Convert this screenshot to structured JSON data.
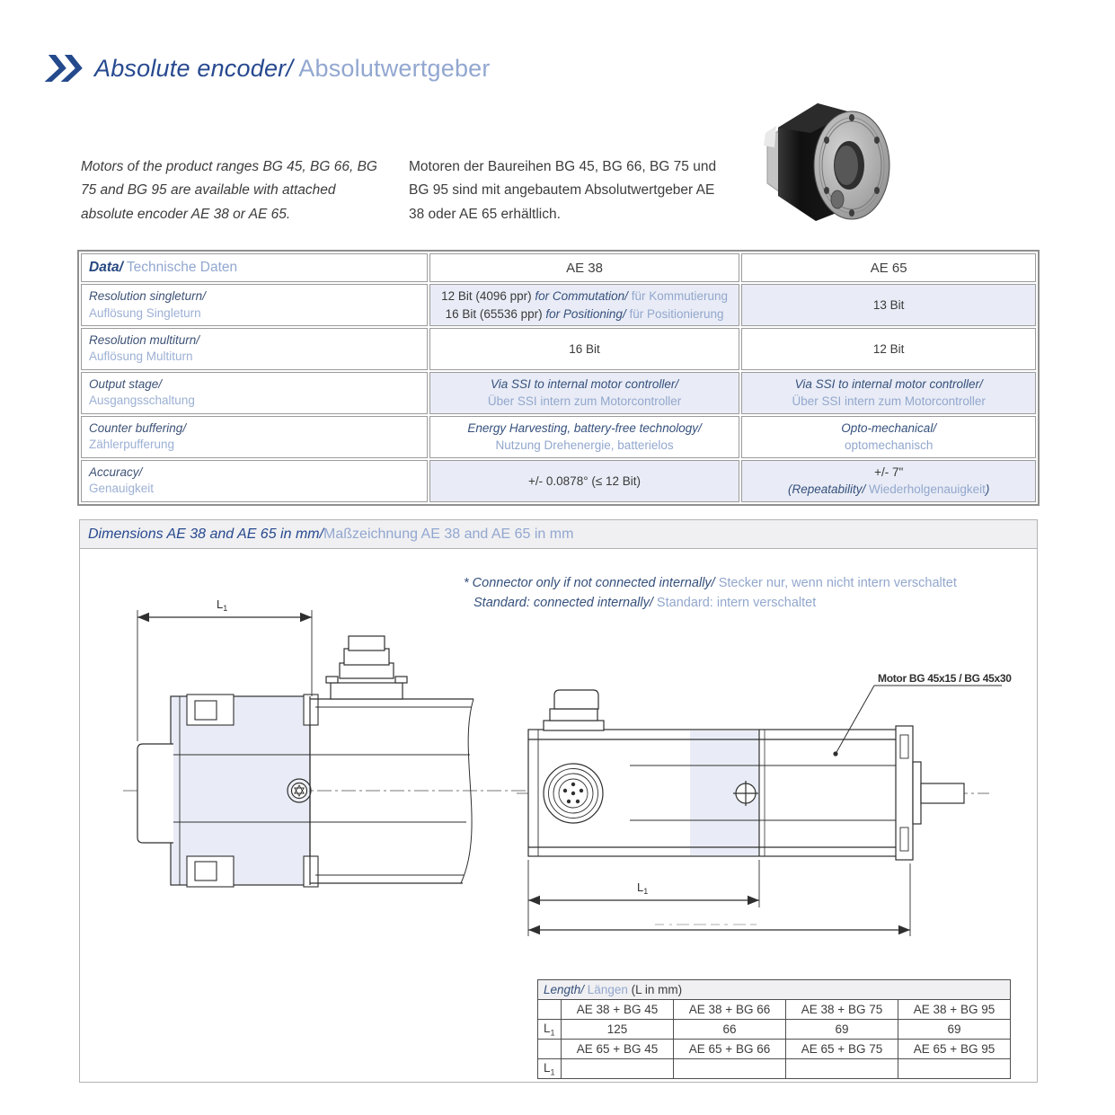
{
  "header": {
    "title_en": "Absolute encoder/",
    "title_de": " Absolutwertgeber"
  },
  "intro": {
    "en": "Motors of the product ranges BG 45, BG 66, BG 75 and BG 95 are available with attached absolute encoder AE 38 or AE 65.",
    "de": "Motoren der Baureihen BG 45, BG 66, BG 75 und BG 95 sind mit angebautem Absolutwert­geber AE 38 oder AE 65 erhältlich."
  },
  "data_table": {
    "title_en": "Data/",
    "title_de": " Technische Daten",
    "col_ae38": "AE 38",
    "col_ae65": "AE 65",
    "r0": {
      "label_en": "Resolution singleturn/",
      "label_de": "Auflösung Singleturn",
      "ae38_l1_val": "12 Bit (4096 ppr) ",
      "ae38_l1_en": "for Commutation/",
      "ae38_l1_de": " für Kommutierung",
      "ae38_l2_val": "16 Bit (65536 ppr) ",
      "ae38_l2_en": "for Positioning/",
      "ae38_l2_de": " für Positionierung",
      "ae65_val": "13 Bit"
    },
    "r1": {
      "label_en": "Resolution multiturn/",
      "label_de": "Auflösung Multiturn",
      "ae38_val": "16 Bit",
      "ae65_val": "12 Bit"
    },
    "r2": {
      "label_en": "Output stage/",
      "label_de": "Ausgangsschaltung",
      "en": "Via SSI to internal motor controller/",
      "de": "Über SSI intern zum Motorcontroller"
    },
    "r3": {
      "label_en": "Counter buffering/",
      "label_de": "Zählerpufferung",
      "ae38_en": "Energy Harvesting, battery-free technology/",
      "ae38_de": "Nutzung Drehenergie, batterielos",
      "ae65_en": "Opto-mechanical/",
      "ae65_de": "optomechanisch"
    },
    "r4": {
      "label_en": "Accuracy/",
      "label_de": "Genauigkeit",
      "ae38_val": "+/- 0.0878° (≤ 12 Bit)",
      "ae65_val": "+/- 7\"",
      "ae65_en": "(Repeatability/",
      "ae65_de": " Wiederholgenauigkeit",
      "ae65_close": ")"
    }
  },
  "dimensions": {
    "title_en": "Dimensions AE 38 and AE 65 in mm/",
    "title_de": " Maßzeichnung AE 38 and AE 65 in mm",
    "note1_en": "* Connector only if not connected internally/",
    "note1_de": " Stecker nur, wenn nicht intern verschaltet",
    "note2_en": "Standard: connected internally/",
    "note2_de": " Standard: intern verschaltet",
    "motor_label": "Motor BG 45x15 / BG 45x30",
    "dim_l": "L",
    "dim_sub": "1"
  },
  "length_table": {
    "title_en": "Length/",
    "title_de": " Längen",
    "title_rest": " (L in mm)",
    "row_label": "L",
    "row_sub": "1",
    "h38": [
      "AE 38 + BG 45",
      "AE 38 + BG 66",
      "AE 38 + BG 75",
      "AE 38 + BG 95"
    ],
    "v38": [
      "125",
      "66",
      "69",
      "69"
    ],
    "h65": [
      "AE 65 + BG 45",
      "AE 65 + BG 66",
      "AE 65 + BG 75",
      "AE 65 + BG 95"
    ],
    "v65": [
      "",
      "",
      "",
      ""
    ]
  }
}
